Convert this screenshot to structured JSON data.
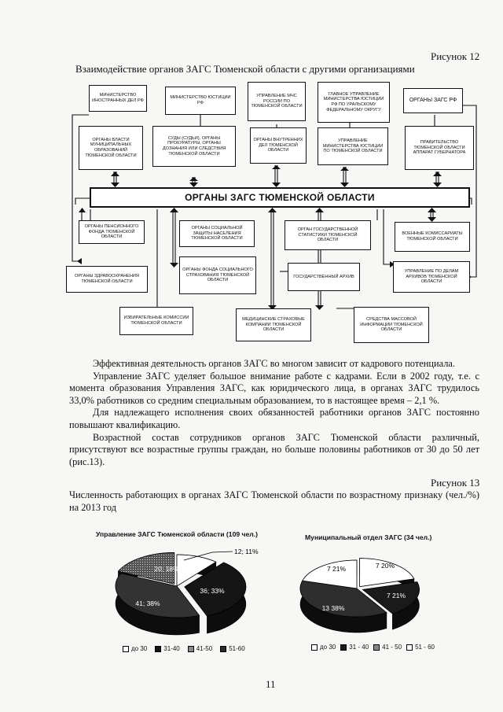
{
  "figure12": {
    "number": "Рисунок 12",
    "title": "Взаимодействие органов ЗАГС Тюменской области с другими организациями",
    "center": "ОРГАНЫ ЗАГС ТЮМЕНСКОЙ ОБЛАСТИ",
    "boxes": [
      "Министерство иностранных дел РФ",
      "Министерство юстиции РФ",
      "Управление МЧС России по Тюменской области",
      "Главное управление Министерства юстиции РФ по Уральскому федеральному округу",
      "Органы ЗАГС РФ",
      "Органы власти муниципальных образований Тюменской области",
      "Суды (судьи), органы прокуратуры, органы дознания или следствия Тюменской области",
      "Органы внутренних дел Тюменской области",
      "Управление Министерства юстиции по Тюменской области",
      "Правительство Тюменской области аппарат губернатора",
      "Органы пенсионного фонда Тюменской области",
      "Органы социальной защиты населения Тюменской области",
      "Орган государственной статистики Тюменской области",
      "Военные комиссариаты Тюменской области",
      "Органы здравоохранения Тюменской области",
      "Органы фонда социального страхования Тюменской области",
      "Государственный архив",
      "Управление по делам архивов Тюменской области",
      "Избирательные комиссии Тюменской области",
      "Медицинские страховые компании Тюменской области",
      "Средства массовой информации Тюменской области"
    ]
  },
  "body": {
    "p1": "Эффективная деятельность органов ЗАГС во многом зависит от кадрового потенциала.",
    "p2": "Управление ЗАГС уделяет большое внимание работе с кадрами. Если в 2002 году, т.е. с момента образования Управления ЗАГС, как юридического лица, в органах ЗАГС трудилось 33,0% работников со средним специальным образованием, то в настоящее время – 2,1 %.",
    "p3": "Для надлежащего исполнения своих обязанностей работники органов ЗАГС постоянно повышают квалификацию.",
    "p4": "Возрастной состав сотрудников органов ЗАГС Тюменской области различный, присутствуют все возрастные группы граждан, но больше половины работников от 30 до 50 лет (рис.13)."
  },
  "figure13": {
    "number": "Рисунок 13",
    "title": "Численность работающих в органах ЗАГС Тюменской области по возрастному признаку (чел./%) на 2013 год"
  },
  "chart_data": [
    {
      "type": "pie",
      "title": "Управление ЗАГС Тюменской области (109 чел.)",
      "categories": [
        "до 30",
        "31-40",
        "41-50",
        "51-60"
      ],
      "values": [
        12,
        36,
        41,
        20
      ],
      "labels": [
        "12; 11%",
        "36; 33%",
        "41; 38%",
        "20; 18%"
      ],
      "legend": "bottom",
      "legend_labels": [
        "до 30",
        "31-40",
        "41-50",
        "51-60"
      ],
      "colors": [
        "#ffffff",
        "#151515",
        "#333333",
        "#2a2a2a"
      ]
    },
    {
      "type": "pie",
      "title": "Муниципальный отдел ЗАГС (34 чел.)",
      "categories": [
        "до 30",
        "31 - 40",
        "41 - 50",
        "51 - 60"
      ],
      "values": [
        7,
        7,
        13,
        7
      ],
      "labels": [
        "7 20%",
        "7 21%",
        "13 38%",
        "7 21%"
      ],
      "legend": "bottom",
      "legend_labels": [
        "до 30",
        "31 - 40",
        "41 - 50",
        "51 - 60"
      ],
      "colors": [
        "#ffffff",
        "#1a1a1a",
        "#2e2e2e",
        "#ffffff"
      ]
    }
  ],
  "page_number": "11"
}
